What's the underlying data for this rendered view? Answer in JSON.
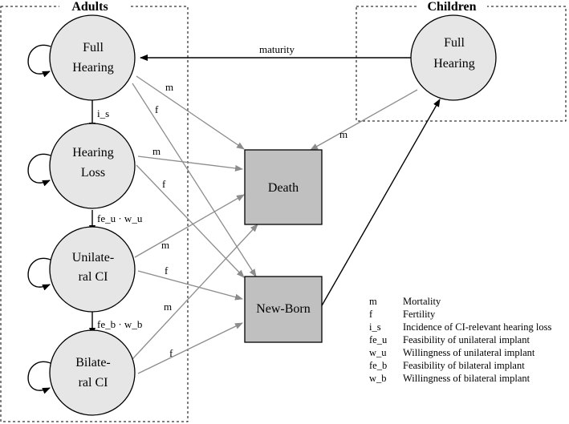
{
  "groups": {
    "adults": "Adults",
    "children": "Children"
  },
  "nodes": {
    "adult_full_hearing": [
      "Full",
      "Hearing"
    ],
    "hearing_loss": [
      "Hearing",
      "Loss"
    ],
    "unilateral_ci": [
      "Unilate-",
      "ral CI"
    ],
    "bilateral_ci": [
      "Bilate-",
      "ral CI"
    ],
    "child_full_hearing": [
      "Full",
      "Hearing"
    ],
    "death": "Death",
    "new_born": "New-Born"
  },
  "edge_labels": {
    "maturity": "maturity",
    "i_s": "i_s",
    "fe_u_w_u": "fe_u · w_u",
    "fe_b_w_b": "fe_b · w_b",
    "m": "m",
    "f": "f"
  },
  "legend": [
    {
      "abbr": "m",
      "text": "Mortality"
    },
    {
      "abbr": "f",
      "text": "Fertility"
    },
    {
      "abbr": "i_s",
      "text": "Incidence of CI-relevant hearing loss"
    },
    {
      "abbr": "fe_u",
      "text": "Feasibility of unilateral implant"
    },
    {
      "abbr": "w_u",
      "text": "Willingness of unilateral implant"
    },
    {
      "abbr": "fe_b",
      "text": "Feasibility of bilateral implant"
    },
    {
      "abbr": "w_b",
      "text": "Willingness of bilateral implant"
    }
  ],
  "colors": {
    "node_fill": "#e6e6e6",
    "box_fill": "#c0c0c0",
    "black_edge": "#000000",
    "gray_edge": "#8c8c8c"
  }
}
